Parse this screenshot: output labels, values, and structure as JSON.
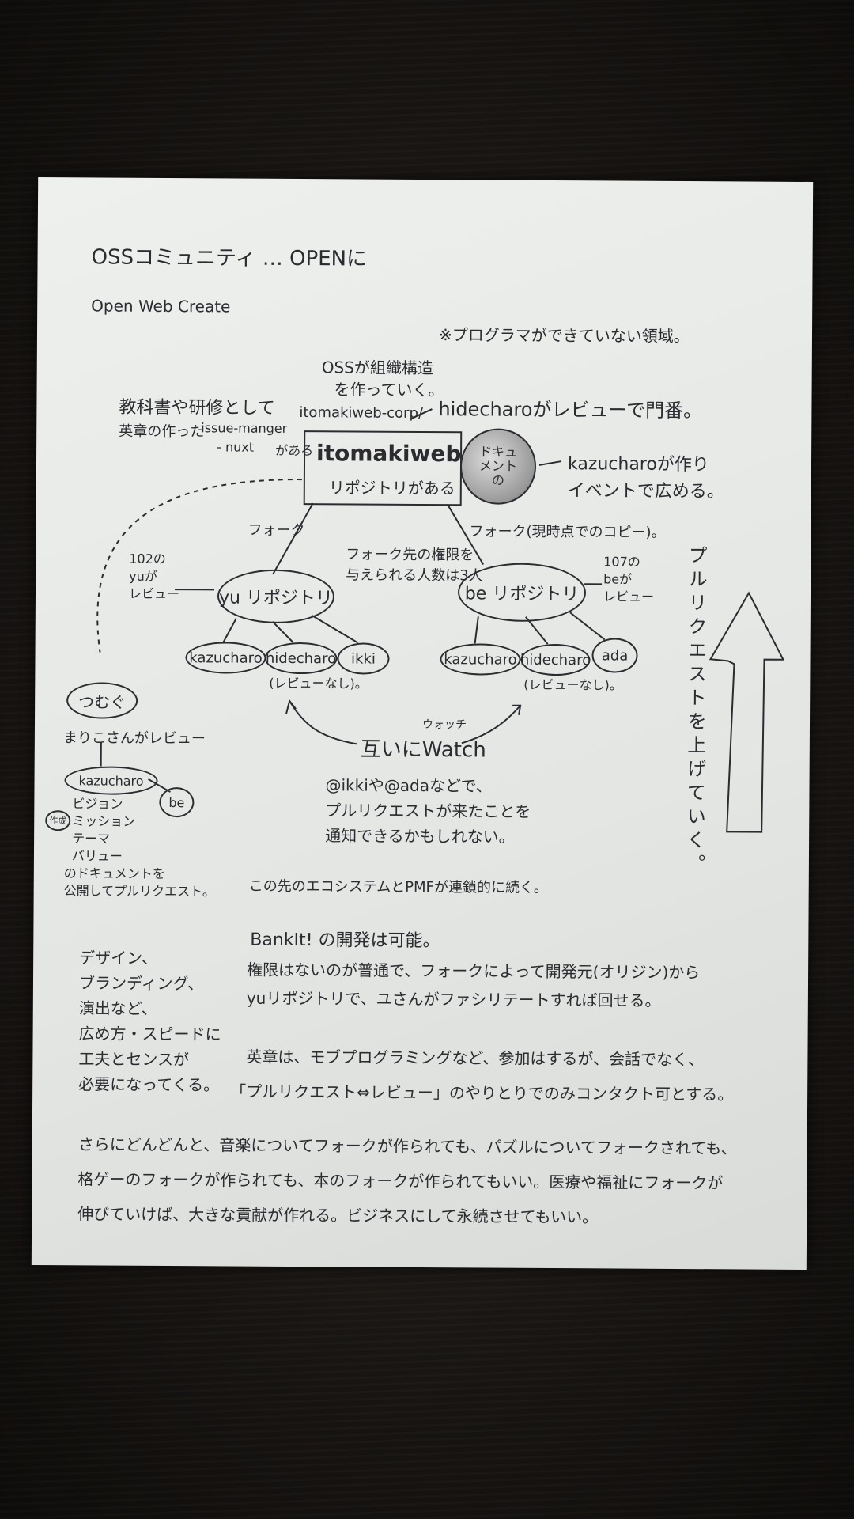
{
  "header": {
    "title": "OSSコミュニティ … OPENに",
    "subtitle": "Open Web Create"
  },
  "notes": {
    "programmer_note": "※プログラマができていない領域。",
    "org_line1": "OSSが組織構造",
    "org_line2": "を作っていく。",
    "textbook_line1": "教科書や研修として",
    "textbook_line2": "英章の作った",
    "issue_line1": "issue-manger",
    "issue_line2": "- nuxt",
    "issue_line3": "がある",
    "repo_url": "itomakiweb-corp/",
    "hidecharo_review": "hidecharoがレビューで門番。",
    "kazucharo_line1": "kazucharoが作り",
    "kazucharo_line2": "イベントで広める。"
  },
  "diagram": {
    "main_repo_name": "itomakiweb",
    "main_repo_sub": "リポジトリがある",
    "doc_bubble": "ドキュメントの",
    "fork_left": "フォーク",
    "fork_right": "フォーク(現時点でのコピー)。",
    "fork_limit_line1": "フォーク先の権限を",
    "fork_limit_line2": "与えられる人数は3人",
    "yu_review_line1": "102の",
    "yu_review_line2": "yuが",
    "yu_review_line3": "レビュー",
    "be_review_line1": "107の",
    "be_review_line2": "beが",
    "be_review_line3": "レビュー",
    "yu_repo": "yu リポジトリ",
    "be_repo": "be リポジトリ",
    "yu_members": [
      "kazucharo",
      "hidecharo",
      "ikki"
    ],
    "be_members": [
      "kazucharo",
      "hidecharo",
      "ada"
    ],
    "no_review": "(レビューなし)。",
    "watch_label": "互いにWatch",
    "watch_ruby": "ウォッチ",
    "watch_note_line1": "@ikkiや@adaなどで、",
    "watch_note_line2": "プルリクエストが来たことを",
    "watch_note_line3": "通知できるかもしれない。",
    "pull_request_arrow": "プルリクエストを上げていく。",
    "tsumugu": "つむぐ",
    "mariko": "まりこさんがレビュー",
    "kazucharo_node": "kazucharo",
    "be_node": "be",
    "vision_list": [
      "ビジョン",
      "ミッション",
      "テーマ",
      "バリュー"
    ],
    "doc_public_line1": "のドキュメントを",
    "doc_public_line2": "公開してプルリクエスト。",
    "circle_label": "作成"
  },
  "body": {
    "ecosystem": "この先のエコシステムとPMFが連鎖的に続く。",
    "bankit_line1": "BankIt! の開発は可能。",
    "bankit_line2": "権限はないのが普通で、フォークによって開発元(オリジン)から",
    "bankit_line3": "yuリポジトリで、ユさんがファシリテートすれば回せる。",
    "design_lines": [
      "デザイン、",
      "ブランディング、",
      "演出など、",
      "広め方・スピードに",
      "工夫とセンスが",
      "必要になってくる。"
    ],
    "eisho_line1": "英章は、モブプログラミングなど、参加はするが、会話でなく、",
    "eisho_line2": "「プルリクエスト⇔レビュー」のやりとりでのみコンタクト可とする。",
    "closing_line1": "さらにどんどんと、音楽についてフォークが作られても、パズルについてフォークされても、",
    "closing_line2": "格ゲーのフォークが作られても、本のフォークが作られてもいい。医療や福祉にフォークが",
    "closing_line3": "伸びていけば、大きな貢献が作れる。ビジネスにして永続させてもいい。"
  }
}
